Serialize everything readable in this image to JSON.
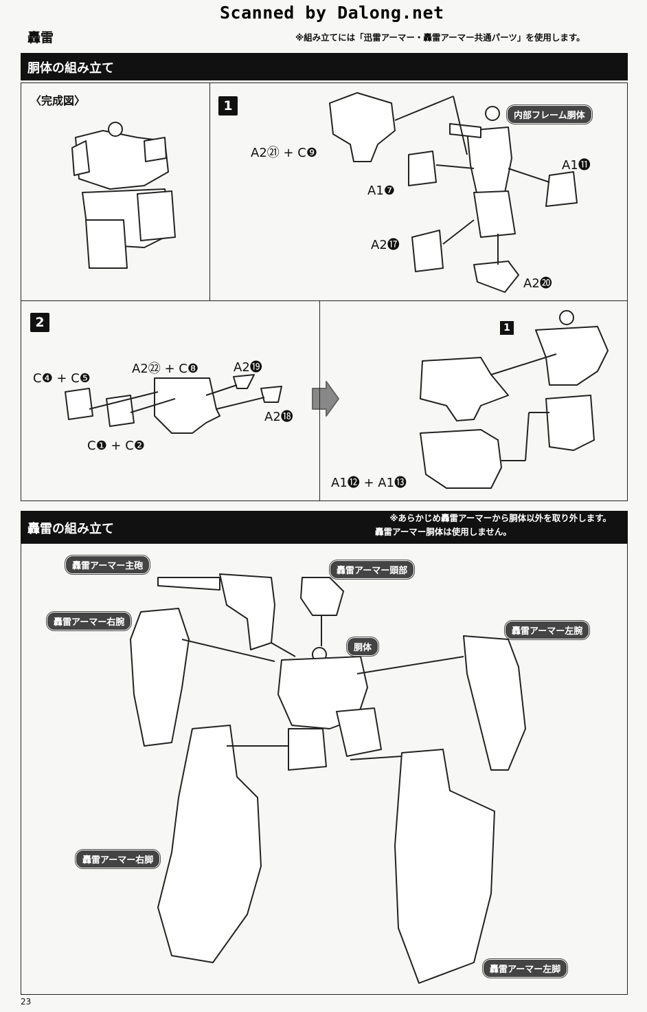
{
  "scan_credit": "Scanned by Dalong.net",
  "page_title": "轟雷",
  "top_note": "※組み立てには「迅雷アーマー・轟雷アーマー共通パーツ」を使用します。",
  "section1": {
    "title": "胴体の組み立て",
    "complete_label": "〈完成図〉",
    "step1": {
      "number": "1",
      "frame_label": "内部フレーム胴体",
      "parts": [
        "A2㉑ + C❾",
        "A1❼",
        "A1⓫",
        "A2⓱",
        "A2⓴"
      ]
    },
    "step2": {
      "number": "2",
      "parts": [
        "C❹ + C❺",
        "A2㉒ + C❽",
        "A2⓳",
        "A2⓲",
        "C❶ + C❷"
      ],
      "ref_step": "1",
      "bottom_part": "A1⓬ + A1⓭"
    }
  },
  "section2": {
    "title": "轟雷の組み立て",
    "note_line1": "※あらかじめ轟雷アーマーから胴体以外を取り外します。",
    "note_line2": "轟雷アーマー胴体は使用しません。",
    "labels": {
      "main_gun": "轟雷アーマー主砲",
      "head": "轟雷アーマー頭部",
      "right_arm": "轟雷アーマー右腕",
      "body": "胴体",
      "left_arm": "轟雷アーマー左腕",
      "right_leg": "轟雷アーマー右脚",
      "left_leg": "轟雷アーマー左脚"
    }
  },
  "page_number": "23"
}
